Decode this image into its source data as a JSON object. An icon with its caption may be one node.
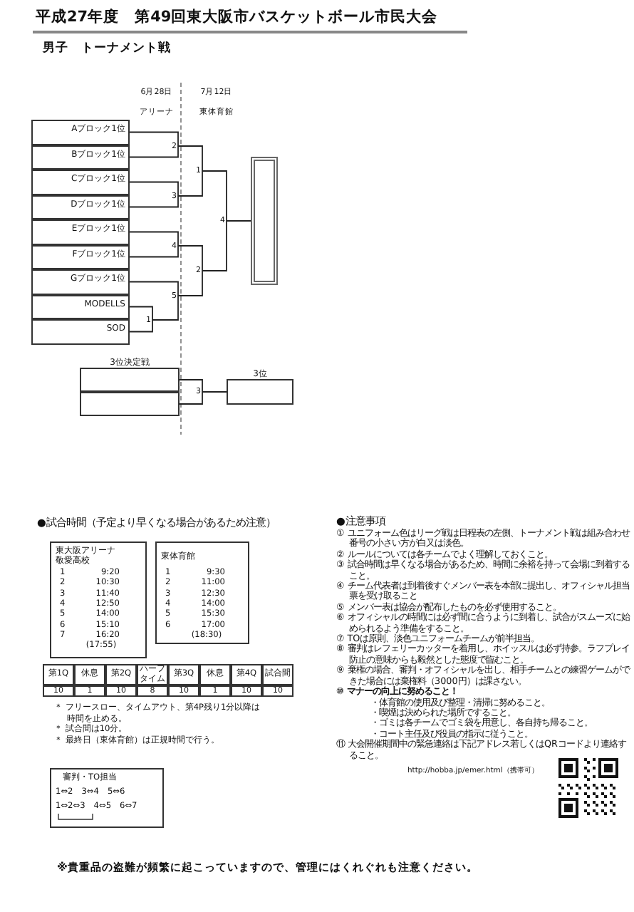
{
  "diagram": {
    "title": "平成27年度　第49回東大阪市バスケットボール市民大会",
    "nodes": [
      {
        "text": [
          "Aブロック1位"
        ]
      },
      {
        "text": [
          "Bブロック1位"
        ]
      },
      {
        "text": [
          "Cブロック1位"
        ]
      },
      {
        "text": [
          "Dブロック1位"
        ]
      },
      {
        "text": [
          "Eブロック1位"
        ]
      },
      {
        "text": [
          "Fブロック1位"
        ]
      },
      {
        "text": [
          "Gブロック1位"
        ]
      },
      {
        "text": [
          "MODELLS"
        ]
      },
      {
        "text": [
          "SOD"
        ]
      },
      {
        "text": [
          "2"
        ]
      },
      {
        "text": [
          "3"
        ]
      },
      {
        "text": [
          "4"
        ]
      },
      {
        "text": [
          "5"
        ]
      },
      {
        "text": [
          "1"
        ]
      },
      {
        "text": [
          "1"
        ]
      },
      {
        "text": [
          "2"
        ]
      },
      {
        "text": [
          "4"
        ]
      },
      {
        "text": [],
        "shape": "box"
      },
      {
        "text": [
          "3位決定戦"
        ]
      },
      {
        "text": [],
        "shape": "box"
      },
      {
        "text": [
          "3"
        ]
      },
      {
        "text": [
          "3位"
        ]
      },
      {
        "text": [
          "東大阪アリーナ敬愛高校",
          "1",
          "9:20",
          "2",
          "10:30",
          "3",
          "11:40",
          "4",
          "12:50",
          "5",
          "14:00",
          "6",
          "15:10",
          "7",
          "16:20",
          "(17:55)"
        ]
      },
      {
        "text": [
          "東体育館",
          "1",
          "9:30",
          "2",
          "11:00",
          "3",
          "12:30",
          "4",
          "14:00",
          "5",
          "15:30",
          "6",
          "17:00",
          "(18:30)"
        ]
      },
      {
        "text": [
          "審判・TO担当",
          "1⇔2　3⇔4　5⇔6",
          "1⇔2⇔3　4⇔5　6⇔7"
        ]
      }
    ],
    "edges": [
      {
        "from": 0,
        "to": 9,
        "arrow": "none"
      },
      {
        "from": 1,
        "to": 9,
        "arrow": "none"
      },
      {
        "from": 2,
        "to": 10,
        "arrow": "none"
      },
      {
        "from": 3,
        "to": 10,
        "arrow": "none"
      },
      {
        "from": 4,
        "to": 11,
        "arrow": "none"
      },
      {
        "from": 5,
        "to": 11,
        "arrow": "none"
      },
      {
        "from": 6,
        "to": 12,
        "arrow": "none"
      },
      {
        "from": 7,
        "to": 13,
        "arrow": "none"
      },
      {
        "from": 8,
        "to": 13,
        "arrow": "none"
      },
      {
        "from": 13,
        "to": 12,
        "arrow": "none"
      },
      {
        "from": 9,
        "to": 14,
        "arrow": "none"
      },
      {
        "from": 10,
        "to": 14,
        "arrow": "none"
      },
      {
        "from": 11,
        "to": 15,
        "arrow": "none"
      },
      {
        "from": 12,
        "to": 15,
        "arrow": "none"
      },
      {
        "from": 14,
        "to": 16,
        "arrow": "none"
      },
      {
        "from": 15,
        "to": 16,
        "arrow": "none"
      },
      {
        "from": 16,
        "to": 17,
        "arrow": "none"
      },
      {
        "from": 18,
        "to": 20,
        "arrow": "none"
      },
      {
        "from": 19,
        "to": 20,
        "arrow": "none"
      },
      {
        "from": 20,
        "to": 21,
        "arrow": "none"
      }
    ],
    "labels": [
      "男子　トーナメント戦",
      "6月28日",
      "アリーナ",
      "7月12日",
      "東体育館",
      "●試合時間（予定より早くなる場合があるため注意）",
      "第1Q",
      "休息",
      "第2Q",
      "ハーフタイム",
      "第3Q",
      "休息",
      "第4Q",
      "試合間",
      "10",
      "1",
      "10",
      "8",
      "10",
      "1",
      "10",
      "10",
      "＊ フリースロー、タイムアウト、第4P残り1分以降は時間を止める。",
      "＊ 試合間は10分。",
      "＊ 最終日（東体育館）は正規時間で行う。",
      "●注意事項",
      "① ユニフォーム色はリーグ戦は日程表の左側、トーナメント戦は組み合わせ番号の小さい方が白又は淡色。",
      "② ルールについては各チームでよく理解しておくこと。",
      "③ 試合時間は早くなる場合があるため、時間に余裕を持って会場に到着すること。",
      "④ チーム代表者は到着後すぐメンバー表を本部に提出し、オフィシャル担当票を受け取ること",
      "⑤ メンバー表は協会が配布したものを必ず使用すること。",
      "⑥ オフィシャルの時間には必ず間に合うように到着し、試合がスムーズに始められるよう準備をすること。",
      "⑦ TOは原則、淡色ユニフォームチームが前半担当。",
      "⑧ 審判はレフェリーカッターを着用し、ホイッスルは必ず持参。ラフプレイ防止の意味からも毅然とした態度で臨むこと。",
      "⑨ 棄権の場合、審判・オフィシャルを出し、相手チームとの練習ゲームができた場合には棄権料（3000円）は課さない。",
      "⑩ マナーの向上に努めること！",
      "・体育館の使用及び整理・清掃に努めること。",
      "・喫煙は決められた場所ですること。",
      "・ゴミは各チームでゴミ袋を用意し、各自持ち帰ること。",
      "・コート主任及び役員の指示に従うこと。",
      "⑪ 大会開催期間中の緊急連絡は下記アドレス若しくはQRコードより連絡すること。",
      "http://hobba.jp/emer.html（携帯可）",
      "※貴重品の盗難が頻繁に起こっていますので、管理にはくれぐれも注意ください。"
    ]
  }
}
